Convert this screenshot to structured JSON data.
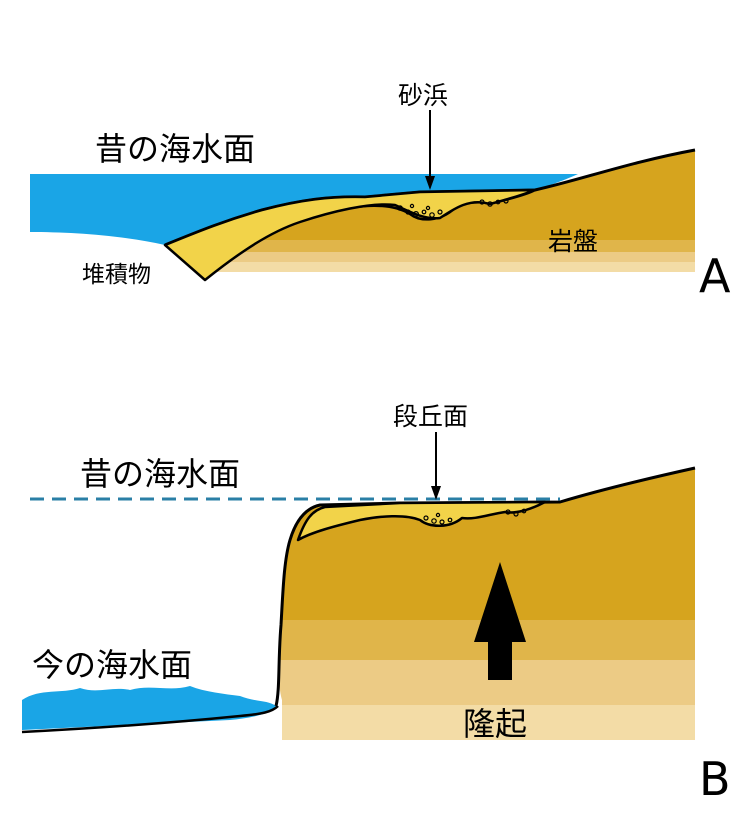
{
  "panel_a": {
    "letter": "A",
    "old_sea_level_label": "昔の海水面",
    "sand_beach_label": "砂浜",
    "bedrock_label": "岩盤",
    "sediment_label": "堆積物"
  },
  "panel_b": {
    "letter": "B",
    "old_sea_level_label": "昔の海水面",
    "terrace_surface_label": "段丘面",
    "current_sea_level_label": "今の海水面",
    "uplift_label": "隆起"
  },
  "colors": {
    "water": "#1aa5e6",
    "dashed_line": "#2a7fa6",
    "sediment_yellow": "#f2d349",
    "bedrock_dark": "#d6a41e",
    "bedrock_mid": "#e0b54a",
    "bedrock_light": "#eccb85",
    "bedrock_pale": "#f3dca6"
  },
  "icons": {
    "pointer": "down-arrow-icon",
    "uplift": "up-arrow-icon"
  }
}
